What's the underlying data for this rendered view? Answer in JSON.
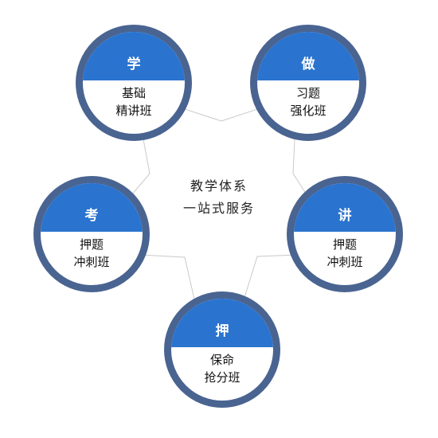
{
  "center": {
    "line1": "教学体系",
    "line2": "一站式服务"
  },
  "nodes": [
    {
      "cap": "学",
      "line1": "基础",
      "line2": "精讲班"
    },
    {
      "cap": "做",
      "line1": "习题",
      "line2": "强化班"
    },
    {
      "cap": "讲",
      "line1": "押题",
      "line2": "冲刺班"
    },
    {
      "cap": "押",
      "line1": "保命",
      "line2": "抢分班"
    },
    {
      "cap": "考",
      "line1": "押题",
      "line2": "冲刺班"
    }
  ],
  "colors": {
    "ring": "#4a6491",
    "cap": "#2a74cf",
    "link": "#c9c9c9"
  }
}
